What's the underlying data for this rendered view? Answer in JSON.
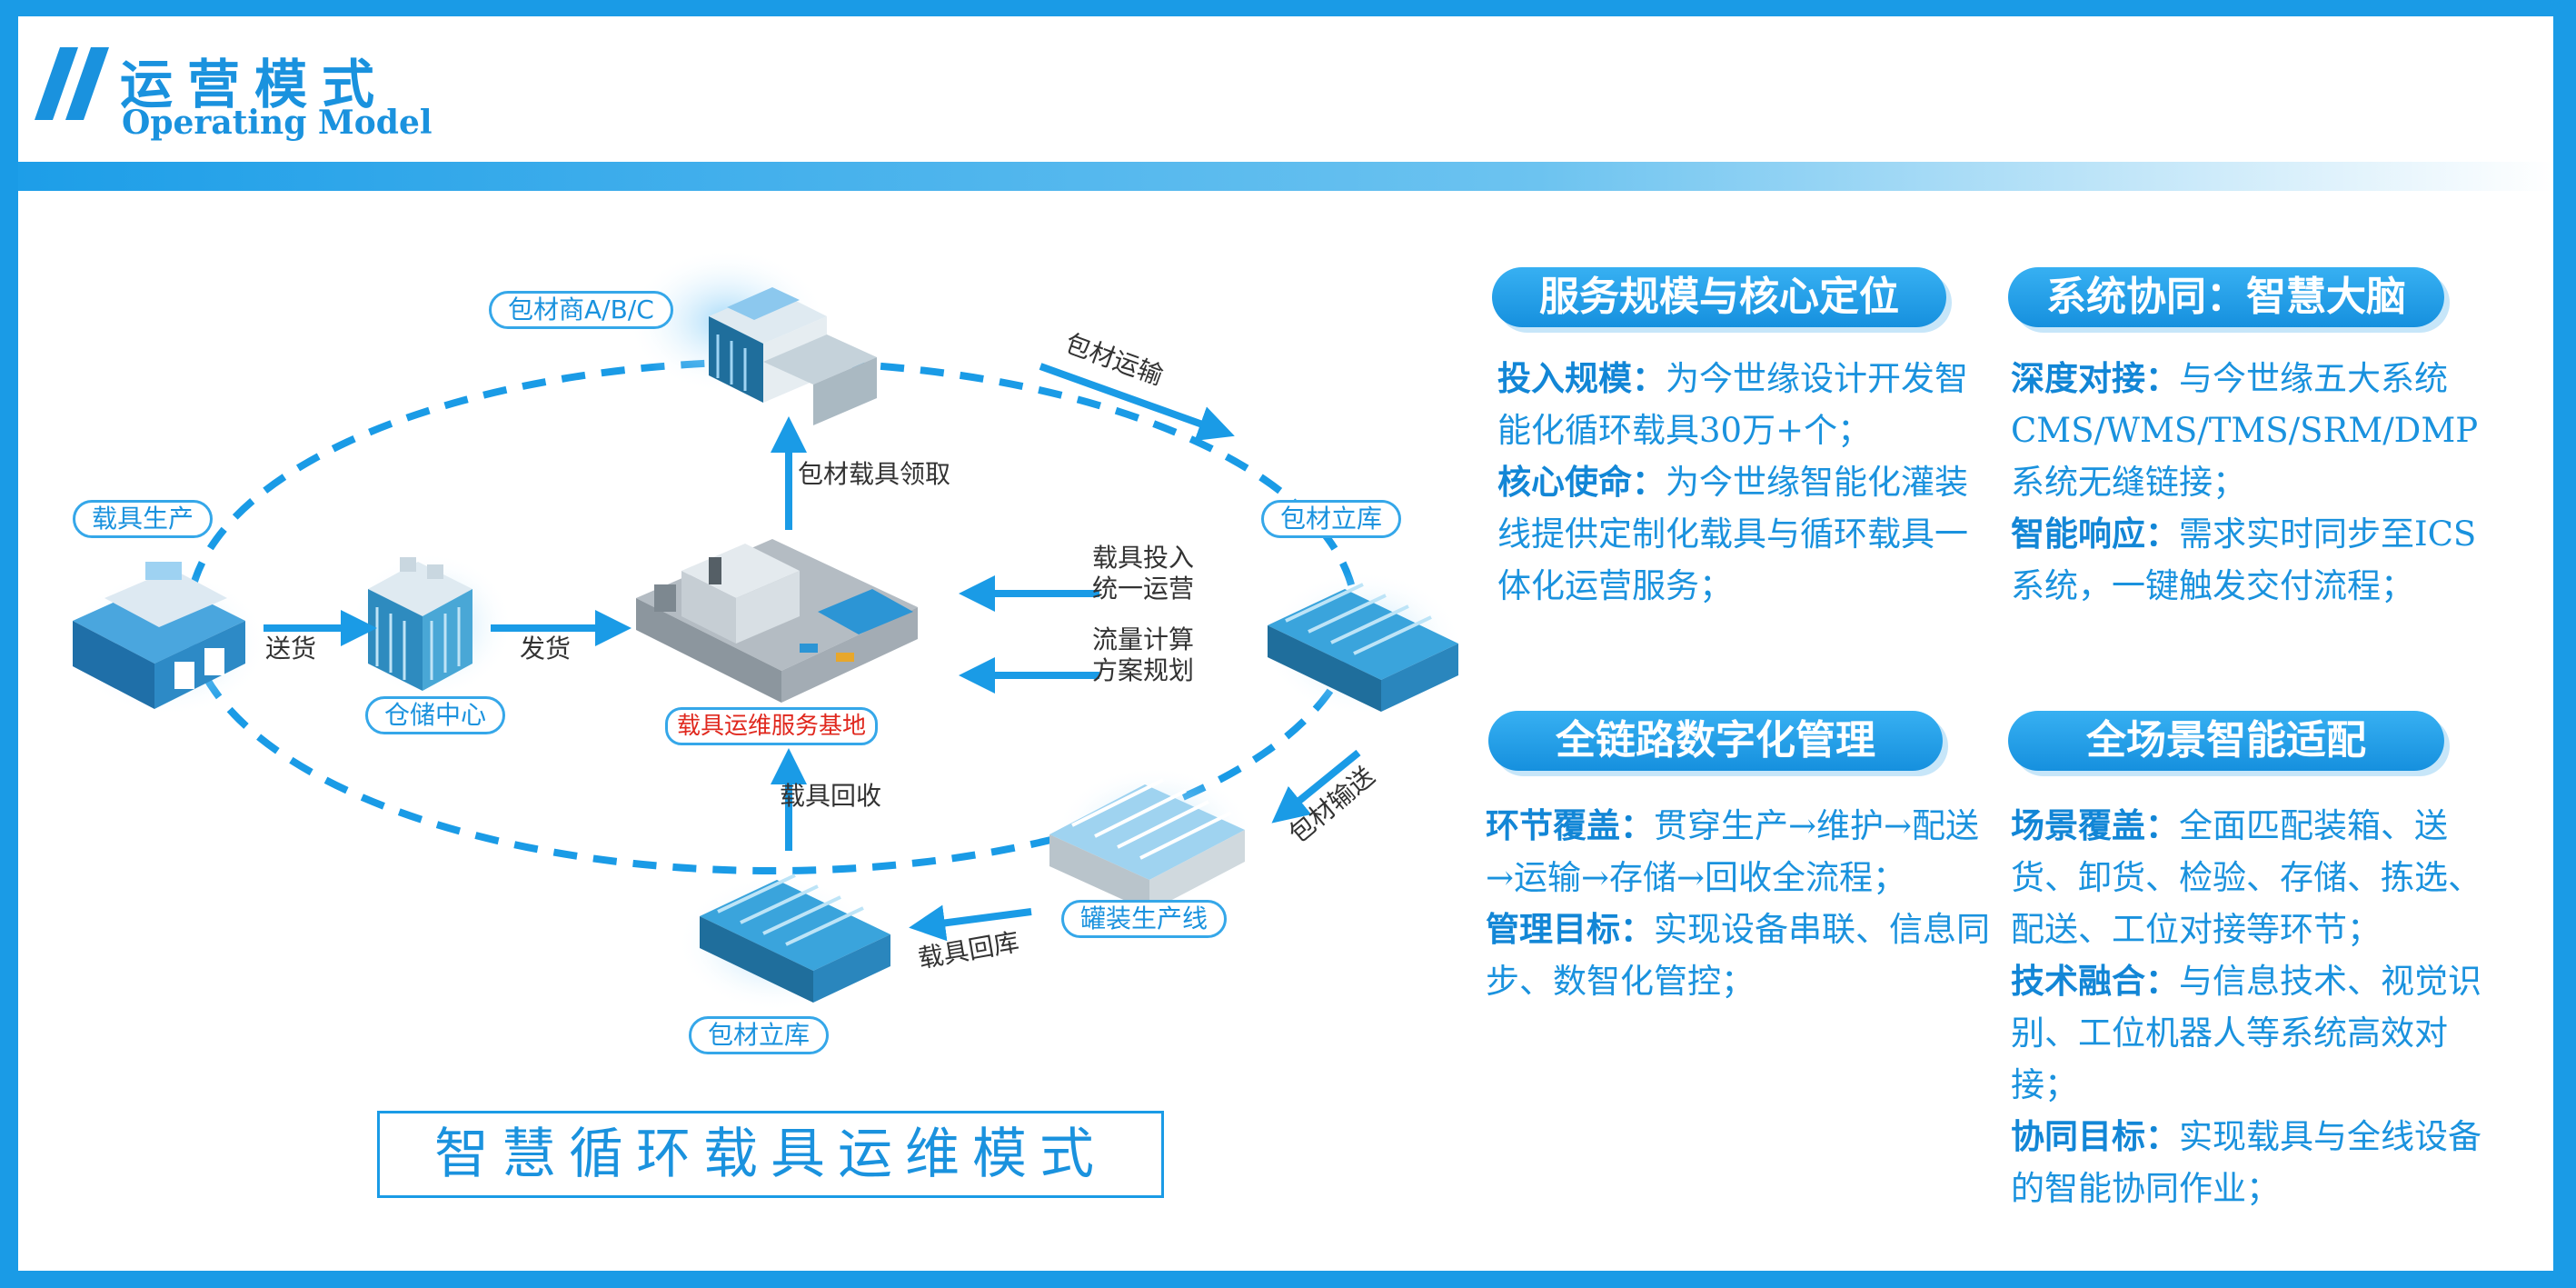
{
  "header": {
    "title": "运营模式",
    "subtitle": "Operating Model"
  },
  "colors": {
    "accent": "#1a9be6",
    "accent_dark": "#1a92de",
    "alert": "#e0281e"
  },
  "diagram": {
    "nodes": {
      "supplier": "包材商A/B/C",
      "carrier_production": "载具生产",
      "warehouse_center": "仓储中心",
      "service_base": "载具运维服务基地",
      "material_store_right": "包材立库",
      "material_store_bottom": "包材立库",
      "canning_line": "罐装生产线"
    },
    "edges": {
      "ship": "送货",
      "dispatch": "发货",
      "pickup": "包材载具领取",
      "transport": "包材运输",
      "input_ops_1": "载具投入",
      "input_ops_2": "统一运营",
      "flow_plan_1": "流量计算",
      "flow_plan_2": "方案规划",
      "recycle": "载具回收",
      "conveying": "包材输送",
      "return": "载具回库"
    },
    "banner": "智慧循环载具运维模式"
  },
  "sections": [
    {
      "title": "服务规模与核心定位",
      "items": [
        {
          "label": "投入规模：",
          "text": "为今世缘设计开发智能化循环载具30万+个；"
        },
        {
          "label": "核心使命：",
          "text": "为今世缘智能化灌装线提供定制化载具与循环载具一体化运营服务；"
        }
      ]
    },
    {
      "title": "系统协同：智慧大脑",
      "items": [
        {
          "label": "深度对接：",
          "text": "与今世缘五大系统CMS/WMS/TMS/SRM/DMP系统无缝链接；"
        },
        {
          "label": "智能响应：",
          "text": "需求实时同步至ICS系统，一键触发交付流程；"
        }
      ]
    },
    {
      "title": "全链路数字化管理",
      "items": [
        {
          "label": "环节覆盖：",
          "text": "贯穿生产→维护→配送→运输→存储→回收全流程；"
        },
        {
          "label": "管理目标：",
          "text": "实现设备串联、信息同步、数智化管控；"
        }
      ]
    },
    {
      "title": "全场景智能适配",
      "items": [
        {
          "label": "场景覆盖：",
          "text": "全面匹配装箱、送货、卸货、检验、存储、拣选、配送、工位对接等环节；"
        },
        {
          "label": "技术融合：",
          "text": "与信息技术、视觉识别、工位机器人等系统高效对接；"
        },
        {
          "label": "协同目标：",
          "text": "实现载具与全线设备的智能协同作业；"
        }
      ]
    }
  ]
}
